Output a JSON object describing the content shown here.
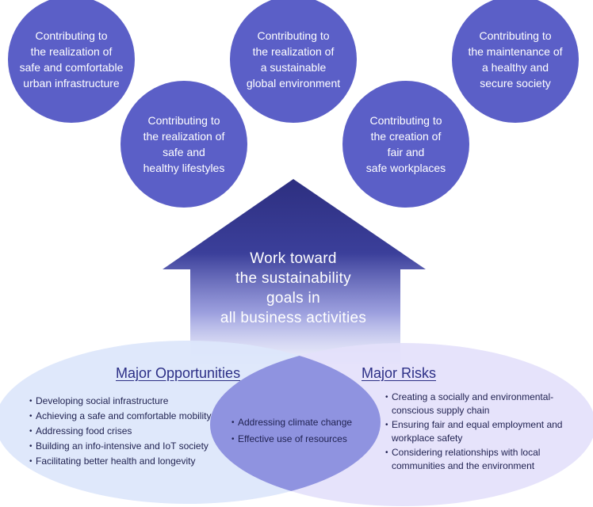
{
  "circles": [
    "Contributing to\nthe realization of\nsafe and comfortable\nurban infrastructure",
    "Contributing to\nthe realization of\na sustainable\nglobal environment",
    "Contributing to\nthe maintenance of\na healthy and\nsecure society",
    "Contributing to\nthe realization of\nsafe and\nhealthy lifestyles",
    "Contributing to\nthe creation of\nfair and\nsafe workplaces"
  ],
  "arrow_text": "Work toward\nthe sustainability\ngoals in\nall business activities",
  "opportunities": {
    "title": "Major Opportunities",
    "items": [
      "Developing social infrastructure",
      "Achieving a safe and comfortable mobility",
      "Addressing food crises",
      "Building an info-intensive and IoT society",
      "Facilitating better health and longevity"
    ]
  },
  "shared": {
    "items": [
      "Addressing climate change",
      "Effective use of resources"
    ]
  },
  "risks": {
    "title": "Major Risks",
    "items": [
      "Creating a socially and environmental-conscious supply chain",
      "Ensuring fair and equal employment and workplace safety",
      "Considering relationships with local communities and the environment"
    ]
  },
  "colors": {
    "circle": "#5b5fc7",
    "arrow_top": "#2d2f80",
    "opportunities_ellipse": "#dde6fb",
    "risks_ellipse": "#e3e0fb",
    "overlap": "#8f93e0"
  }
}
